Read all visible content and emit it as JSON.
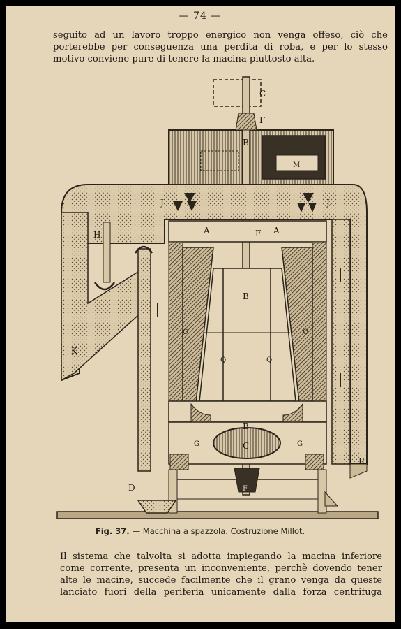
{
  "page": {
    "number": "— 74 —"
  },
  "top_paragraph": {
    "lines": [
      "seguito ad un lavoro troppo energico non venga offeso, ciò che",
      "porterebbe per conseguenza una perdita di roba, e per lo stesso",
      "motivo conviene pure di tenere la macina piuttosto alta."
    ]
  },
  "figure": {
    "labels": {
      "C_top": "C",
      "F_top": "F",
      "B_top": "B",
      "M": "M",
      "J_left": "J",
      "J_right": "J.",
      "H": "H",
      "A_left": "A",
      "F_mid": "F",
      "A_right": "A",
      "B_mid": "B",
      "O_left": "O",
      "O_right": "O",
      "Q_left": "Q",
      "Q_right": "Q",
      "K": "K",
      "B_low": "B",
      "G_left": "G",
      "C_low": "C",
      "G_right": "G",
      "R": "R",
      "D": "D",
      "F_low": "F"
    },
    "caption_label": "Fig. 37.",
    "caption_text": "— Macchina a spazzola. Costruzione Millot."
  },
  "bottom_paragraph": {
    "lines": [
      "Il sistema che talvolta si adotta impiegando la macina inferiore",
      "come corrente, presenta un inconveniente, perchè dovendo tener",
      "alte le macine, succede facilmente che il grano venga da queste",
      "lanciato fuori della periferia unicamente dalla forza centrifuga"
    ]
  }
}
